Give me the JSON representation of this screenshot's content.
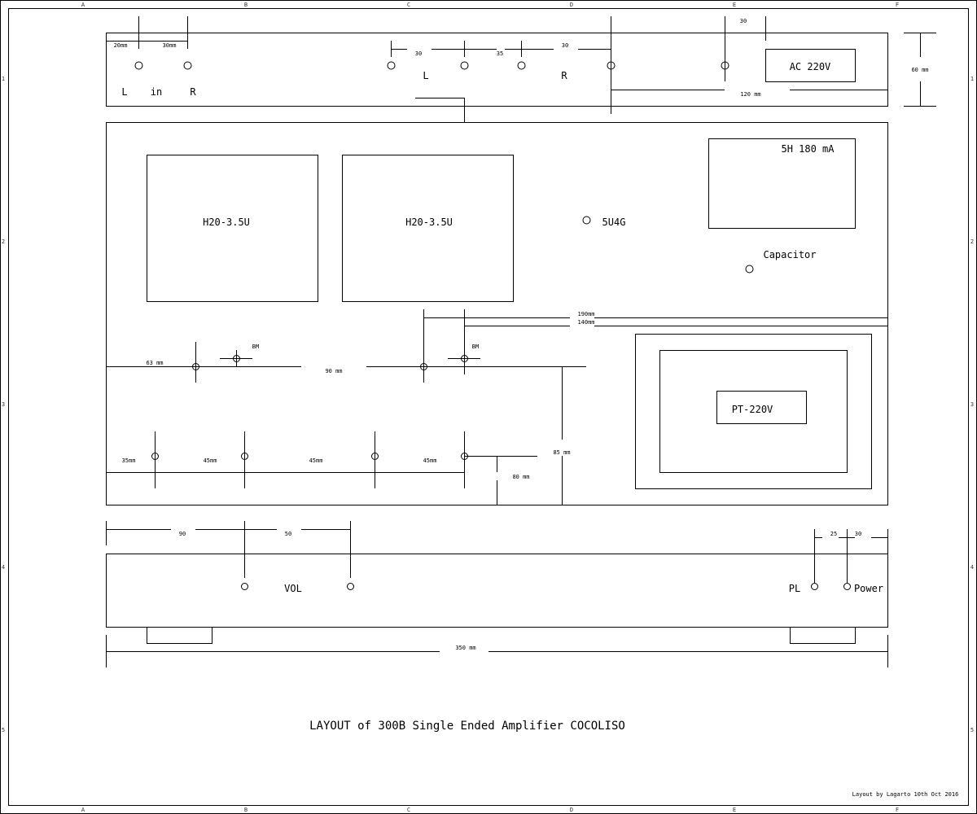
{
  "frame": {
    "columns": [
      "A",
      "B",
      "C",
      "D",
      "E",
      "F"
    ],
    "rows": [
      "1",
      "2",
      "3",
      "4",
      "5"
    ]
  },
  "rear_panel": {
    "input_labels": [
      "L",
      "in",
      "R"
    ],
    "output_labels": [
      "L",
      "R"
    ],
    "dims": {
      "in_left": "20mm",
      "in_spacing": "30mm",
      "out_a": "30",
      "out_b": "35",
      "out_c": "30",
      "ac_offset": "30",
      "width": "120 mm",
      "height": "60 mm"
    },
    "ac_socket": "AC 220V"
  },
  "chassis_top": {
    "transformer_left": "H20-3.5U",
    "transformer_right": "H20-3.5U",
    "rectifier": "5U4G",
    "choke": "5H 180 mA",
    "capacitor": "Capacitor",
    "power_transformer": "PT-220V",
    "dims": {
      "d190": "190mm",
      "d140": "140mm",
      "d63": "63 mm",
      "d90": "90 mm",
      "bm1": "BM",
      "bm2": "BM",
      "d35": "35mm",
      "d45a": "45mm",
      "d45b": "45mm",
      "d45c": "45mm",
      "d85": "85 mm",
      "d80": "80 mm"
    }
  },
  "front_panel": {
    "vol": "VOL",
    "pl": "PL",
    "power": "Power",
    "dims": {
      "d90": "90",
      "d50": "50",
      "d25": "25",
      "d30": "30",
      "total": "350 mm"
    }
  },
  "title": "LAYOUT of 300B Single Ended Amplifier COCOLISO",
  "credit": "Layout by Lagarto 10th Oct 2016"
}
